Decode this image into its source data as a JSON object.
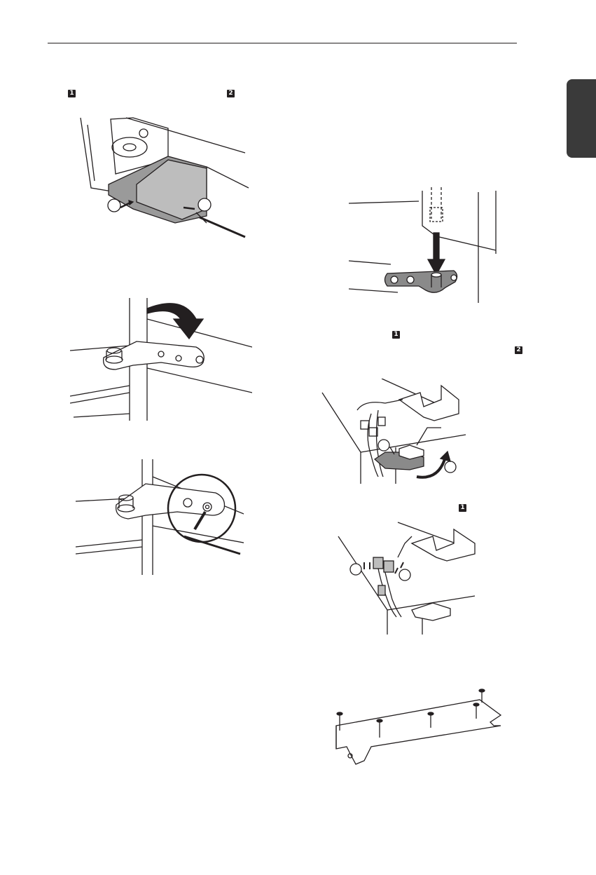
{
  "page": {
    "language_tab_color": "#3a3a3a",
    "step_badges": [
      "1",
      "2",
      "1",
      "2",
      "1"
    ]
  },
  "illustrations": [
    {
      "id": "remove-hinge-cover",
      "icon": "hinge-cover-screwdriver-icon"
    },
    {
      "id": "insert-hinge-pin",
      "icon": "hinge-pin-insert-icon"
    },
    {
      "id": "rotate-hinge-plate",
      "icon": "rotate-hinge-icon"
    },
    {
      "id": "wire-connector-clip",
      "icon": "wire-clip-icon"
    },
    {
      "id": "tighten-hinge-bolt",
      "icon": "hex-wrench-icon"
    },
    {
      "id": "connect-wire-harness",
      "icon": "wire-connector-icon"
    },
    {
      "id": "base-plate-screws",
      "icon": "base-plate-screws-icon"
    }
  ]
}
